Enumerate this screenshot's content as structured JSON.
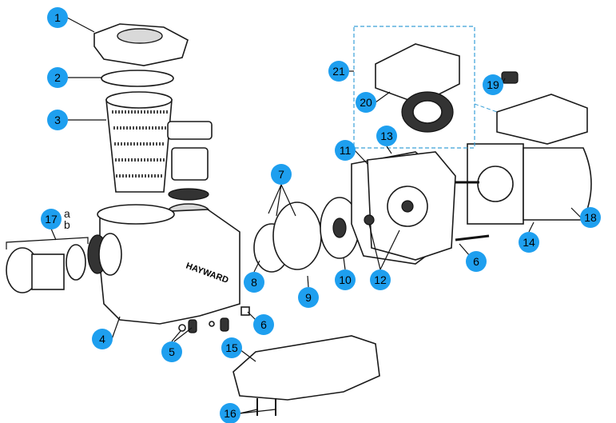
{
  "diagram": {
    "brand_label": "HAYWARD",
    "callouts": [
      {
        "id": "c1",
        "label": "1"
      },
      {
        "id": "c2",
        "label": "2"
      },
      {
        "id": "c3",
        "label": "3"
      },
      {
        "id": "c4",
        "label": "4"
      },
      {
        "id": "c5",
        "label": "5"
      },
      {
        "id": "c6a",
        "label": "6"
      },
      {
        "id": "c6b",
        "label": "6"
      },
      {
        "id": "c7",
        "label": "7"
      },
      {
        "id": "c8",
        "label": "8"
      },
      {
        "id": "c9",
        "label": "9"
      },
      {
        "id": "c10",
        "label": "10"
      },
      {
        "id": "c11",
        "label": "11"
      },
      {
        "id": "c12",
        "label": "12"
      },
      {
        "id": "c13",
        "label": "13"
      },
      {
        "id": "c14",
        "label": "14"
      },
      {
        "id": "c15",
        "label": "15"
      },
      {
        "id": "c16",
        "label": "16"
      },
      {
        "id": "c17",
        "label": "17"
      },
      {
        "id": "c18",
        "label": "18"
      },
      {
        "id": "c19",
        "label": "19"
      },
      {
        "id": "c20",
        "label": "20"
      },
      {
        "id": "c21",
        "label": "21"
      }
    ],
    "sub_labels": [
      "a",
      "b"
    ],
    "callout_color": "#1e9fef"
  }
}
